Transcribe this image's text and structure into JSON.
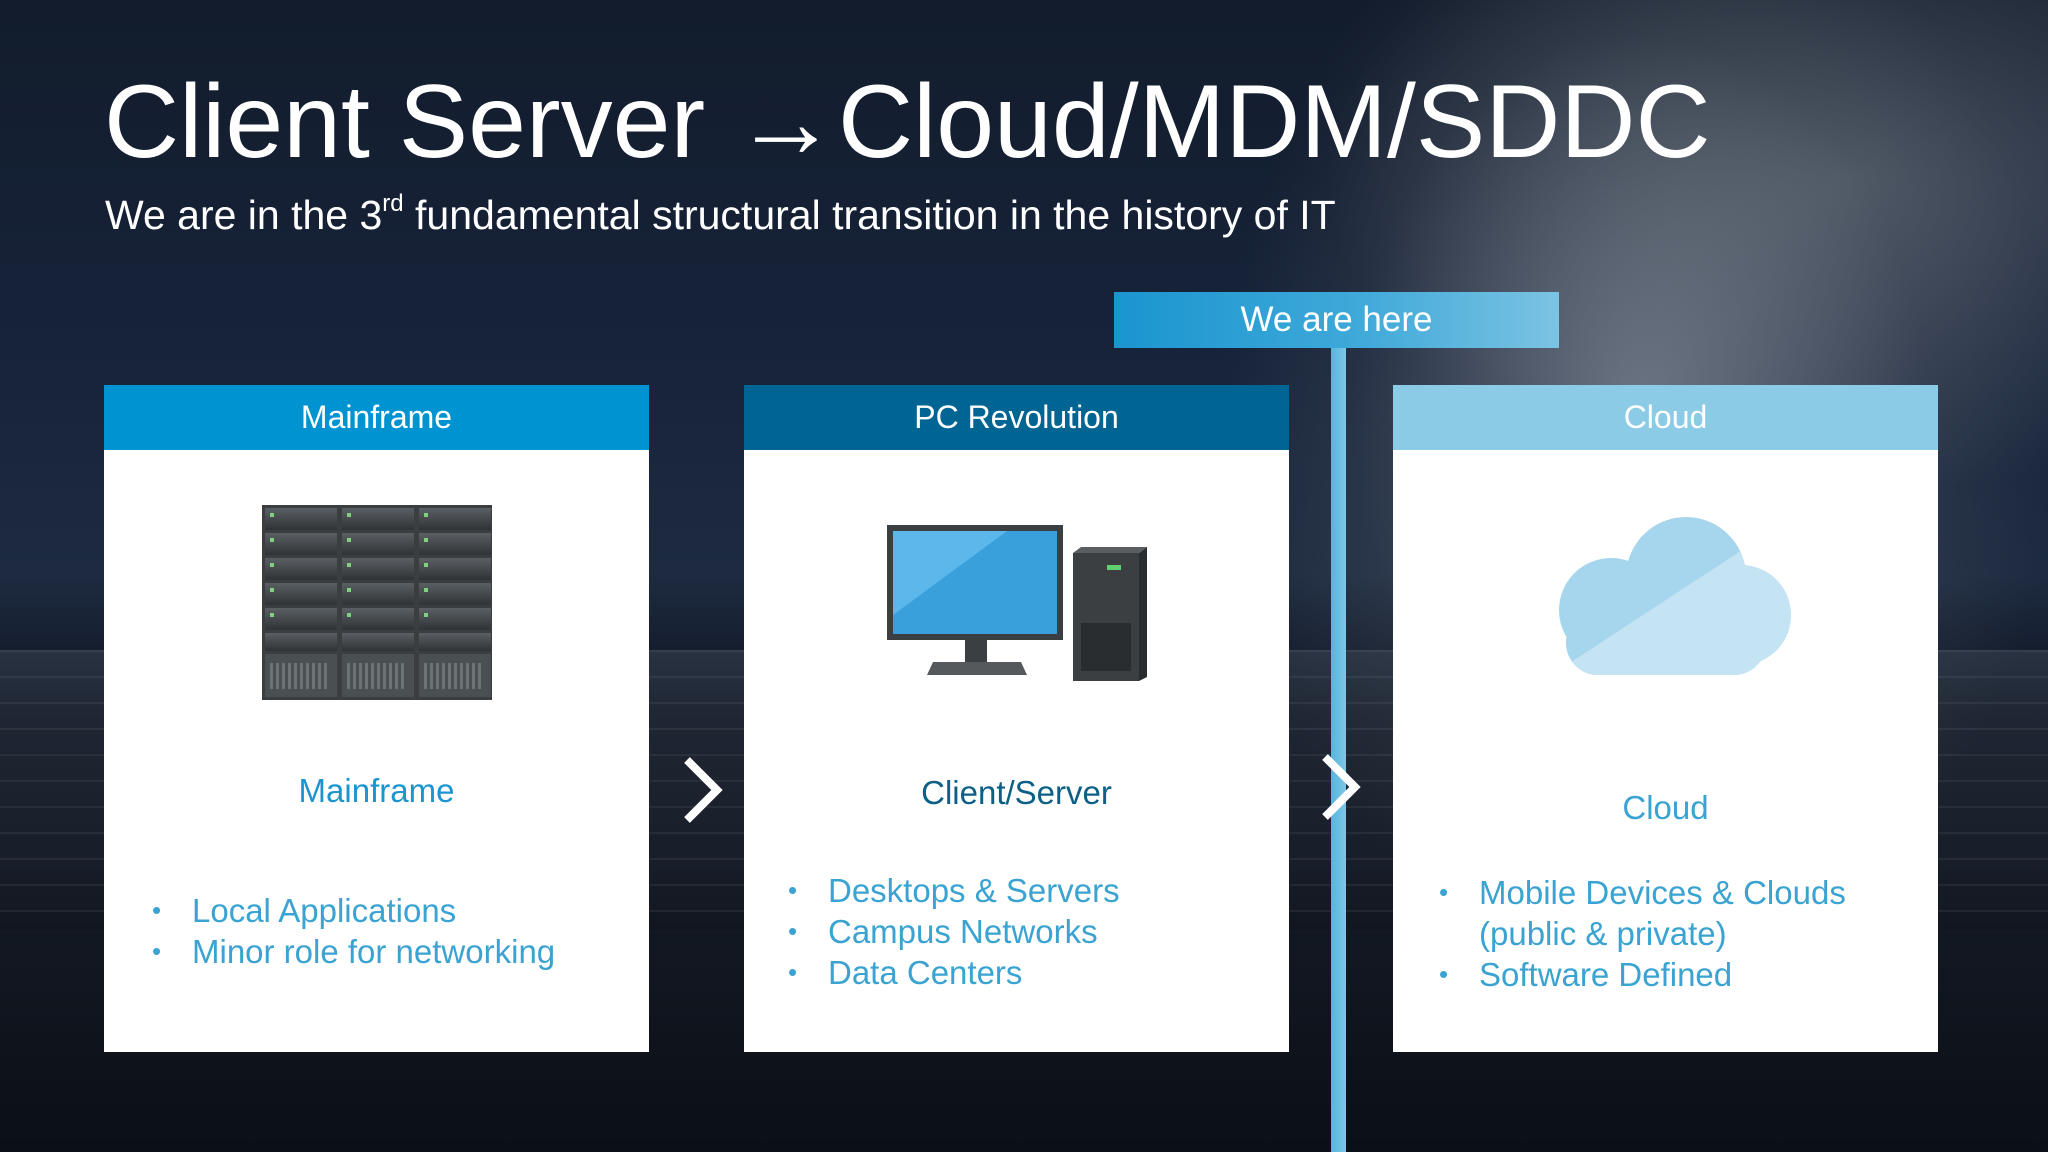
{
  "slide": {
    "title": "Client Server →Cloud/MDM/SDDC",
    "subtitle_before": "We are in the 3",
    "subtitle_sup": "rd",
    "subtitle_after": " fundamental structural transition in the history of IT",
    "we_are_here": "We are here"
  },
  "cards": [
    {
      "header": "Mainframe",
      "header_color": "#0093d1",
      "label": "Mainframe",
      "label_color": "#1b95cf",
      "icon": "server-rack-icon",
      "bullets": [
        "Local Applications",
        "Minor role for networking"
      ]
    },
    {
      "header": "PC Revolution",
      "header_color": "#006592",
      "label": "Client/Server",
      "label_color": "#0d5f85",
      "icon": "desktop-computer-icon",
      "bullets": [
        "Desktops & Servers",
        "Campus Networks",
        "Data Centers"
      ]
    },
    {
      "header": "Cloud",
      "header_color": "#8ccbe6",
      "label": "Cloud",
      "label_color": "#3aa3d1",
      "icon": "cloud-icon",
      "bullets": [
        "Mobile Devices & Clouds",
        "(public & private)",
        "Software Defined"
      ]
    }
  ]
}
